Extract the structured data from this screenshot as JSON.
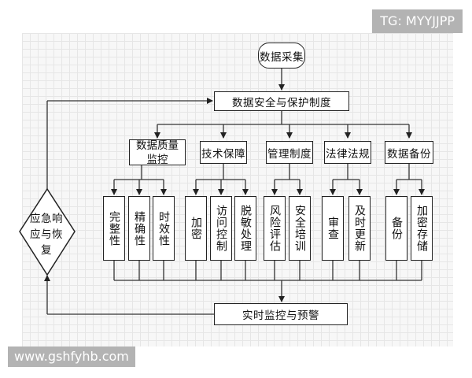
{
  "top_node": "数据采集",
  "policy_node": "数据安全与保护制度",
  "categories": [
    {
      "label": "数据质量监控",
      "subs": [
        "完整性",
        "精确性",
        "时效性"
      ]
    },
    {
      "label": "技术保障",
      "subs": [
        "加密",
        "访问控制",
        "脱敏处理"
      ]
    },
    {
      "label": "管理制度",
      "subs": [
        "风险评估",
        "安全培训"
      ]
    },
    {
      "label": "法律法规",
      "subs": [
        "审查",
        "及时更新"
      ]
    },
    {
      "label": "数据备份",
      "subs": [
        "备份",
        "加密存储"
      ]
    }
  ],
  "monitor_node": "实时监控与预警",
  "decision_node": "应急响应与恢复",
  "watermarks": {
    "top": "TG: MYYJJPP",
    "bottom": "www.gshfyhb.com"
  }
}
